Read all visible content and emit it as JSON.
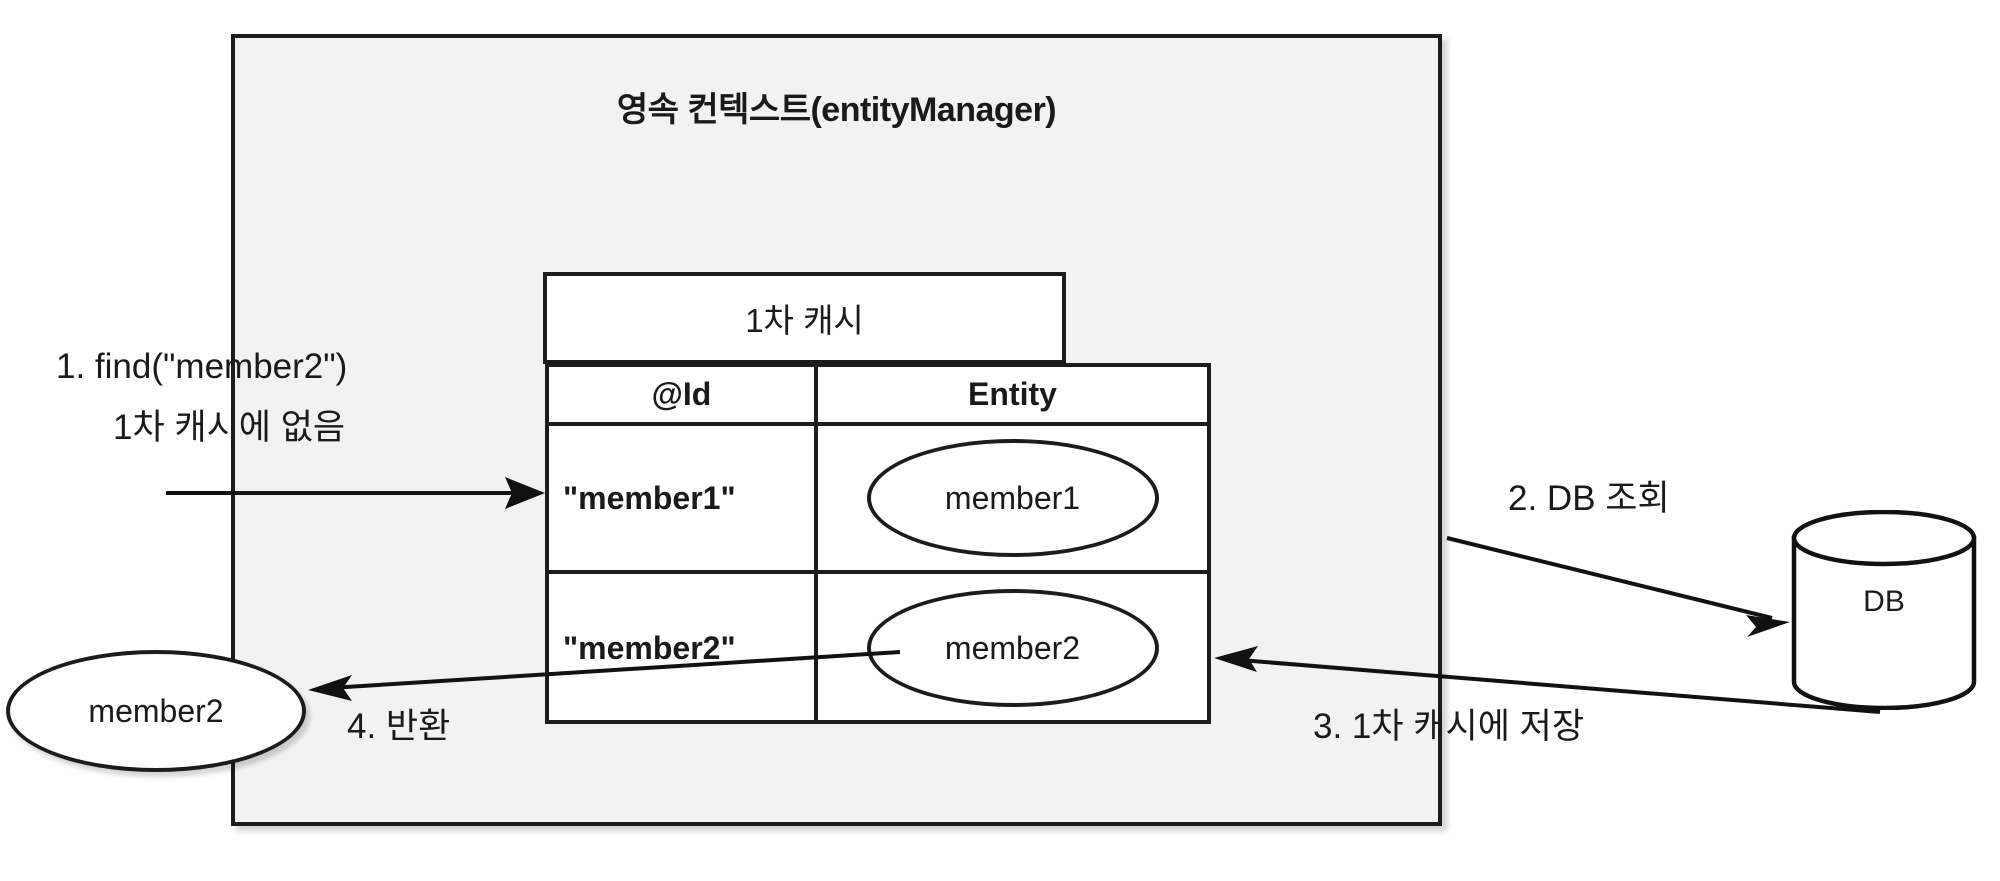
{
  "diagram": {
    "title": "영속 컨텍스트(entityManager)",
    "cache_tab_label": "1차 캐시",
    "table": {
      "headers": [
        "@Id",
        "Entity"
      ],
      "rows": [
        {
          "id": "\"member1\"",
          "entity": "member1"
        },
        {
          "id": "\"member2\"",
          "entity": "member2"
        }
      ]
    },
    "returned_entity": "member2",
    "database": {
      "label": "DB"
    },
    "steps": [
      {
        "number": "1",
        "line1": "1. find(\"member2\")",
        "line2": "1차 캐시에 없음"
      },
      {
        "number": "2",
        "label": "2. DB 조회"
      },
      {
        "number": "3",
        "label": "3. 1차 캐시에 저장"
      },
      {
        "number": "4",
        "label": "4. 반환"
      }
    ],
    "colors": {
      "container_fill": "#f2f2f2",
      "stroke": "#1c1c1c",
      "box_fill": "#ffffff",
      "page_background": "#ffffff"
    }
  }
}
